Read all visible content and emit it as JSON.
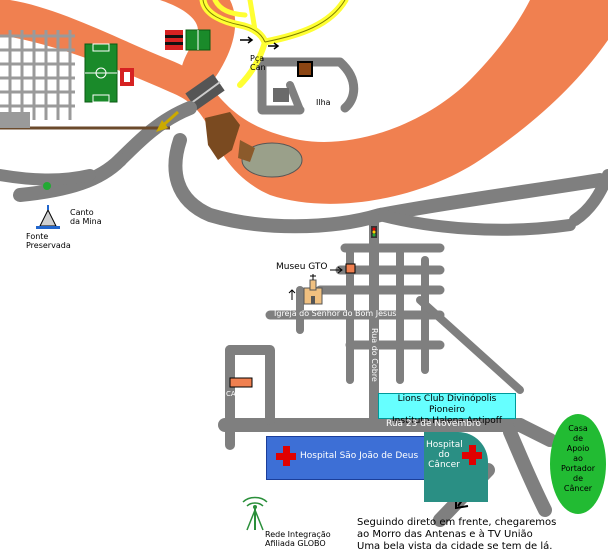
{
  "labels": {
    "praca": "Pça\nCan",
    "ilha": "Ilha",
    "canto_da_mina": "Canto\nda Mina",
    "fonte_preservada": "Fonte\nPreservada",
    "museu": "Museu GTO",
    "igreja": "Igreja do Senhor do Bom Jesus",
    "rua_do_cobre": "Rua do Cobre",
    "lions_line1": "Lions Club Divinópolis Pioneiro",
    "lions_line2": "Instituto Helena Antipoff",
    "rua_23": "Rua 23 de Novembro",
    "carmelo": "CARMELO",
    "hospital_sao_joao": "Hospital São João de Deus",
    "hospital_cancer_1": "Hospital",
    "hospital_cancer_2": "do",
    "hospital_cancer_3": "Câncer",
    "casa_apoio": [
      "Casa",
      "de",
      "Apoio",
      "ao",
      "Portador",
      "de",
      "Câncer"
    ],
    "rede_1": "Rede Integração",
    "rede_2": "Afiliada GLOBO",
    "footer_1": "Seguindo direto em frente, chegaremos",
    "footer_2": "ao Morro das Antenas e à TV União",
    "footer_3": "Uma bela vista da cidade se tem de lá."
  },
  "colors": {
    "river": "#f08050",
    "road": "#7f7f7f",
    "highway": "#ffff33",
    "hospital": "#3d6fd6",
    "cancer_hospital": "#2a8f84",
    "apoio": "#22bb33",
    "lions": "#66ffff",
    "cross": "#e00000"
  },
  "icons": [
    "flamengo-flag-icon",
    "football-field-icon",
    "church-icon",
    "museum-icon",
    "fountain-icon",
    "antenna-icon",
    "traffic-light-icon",
    "arrow-icon"
  ]
}
